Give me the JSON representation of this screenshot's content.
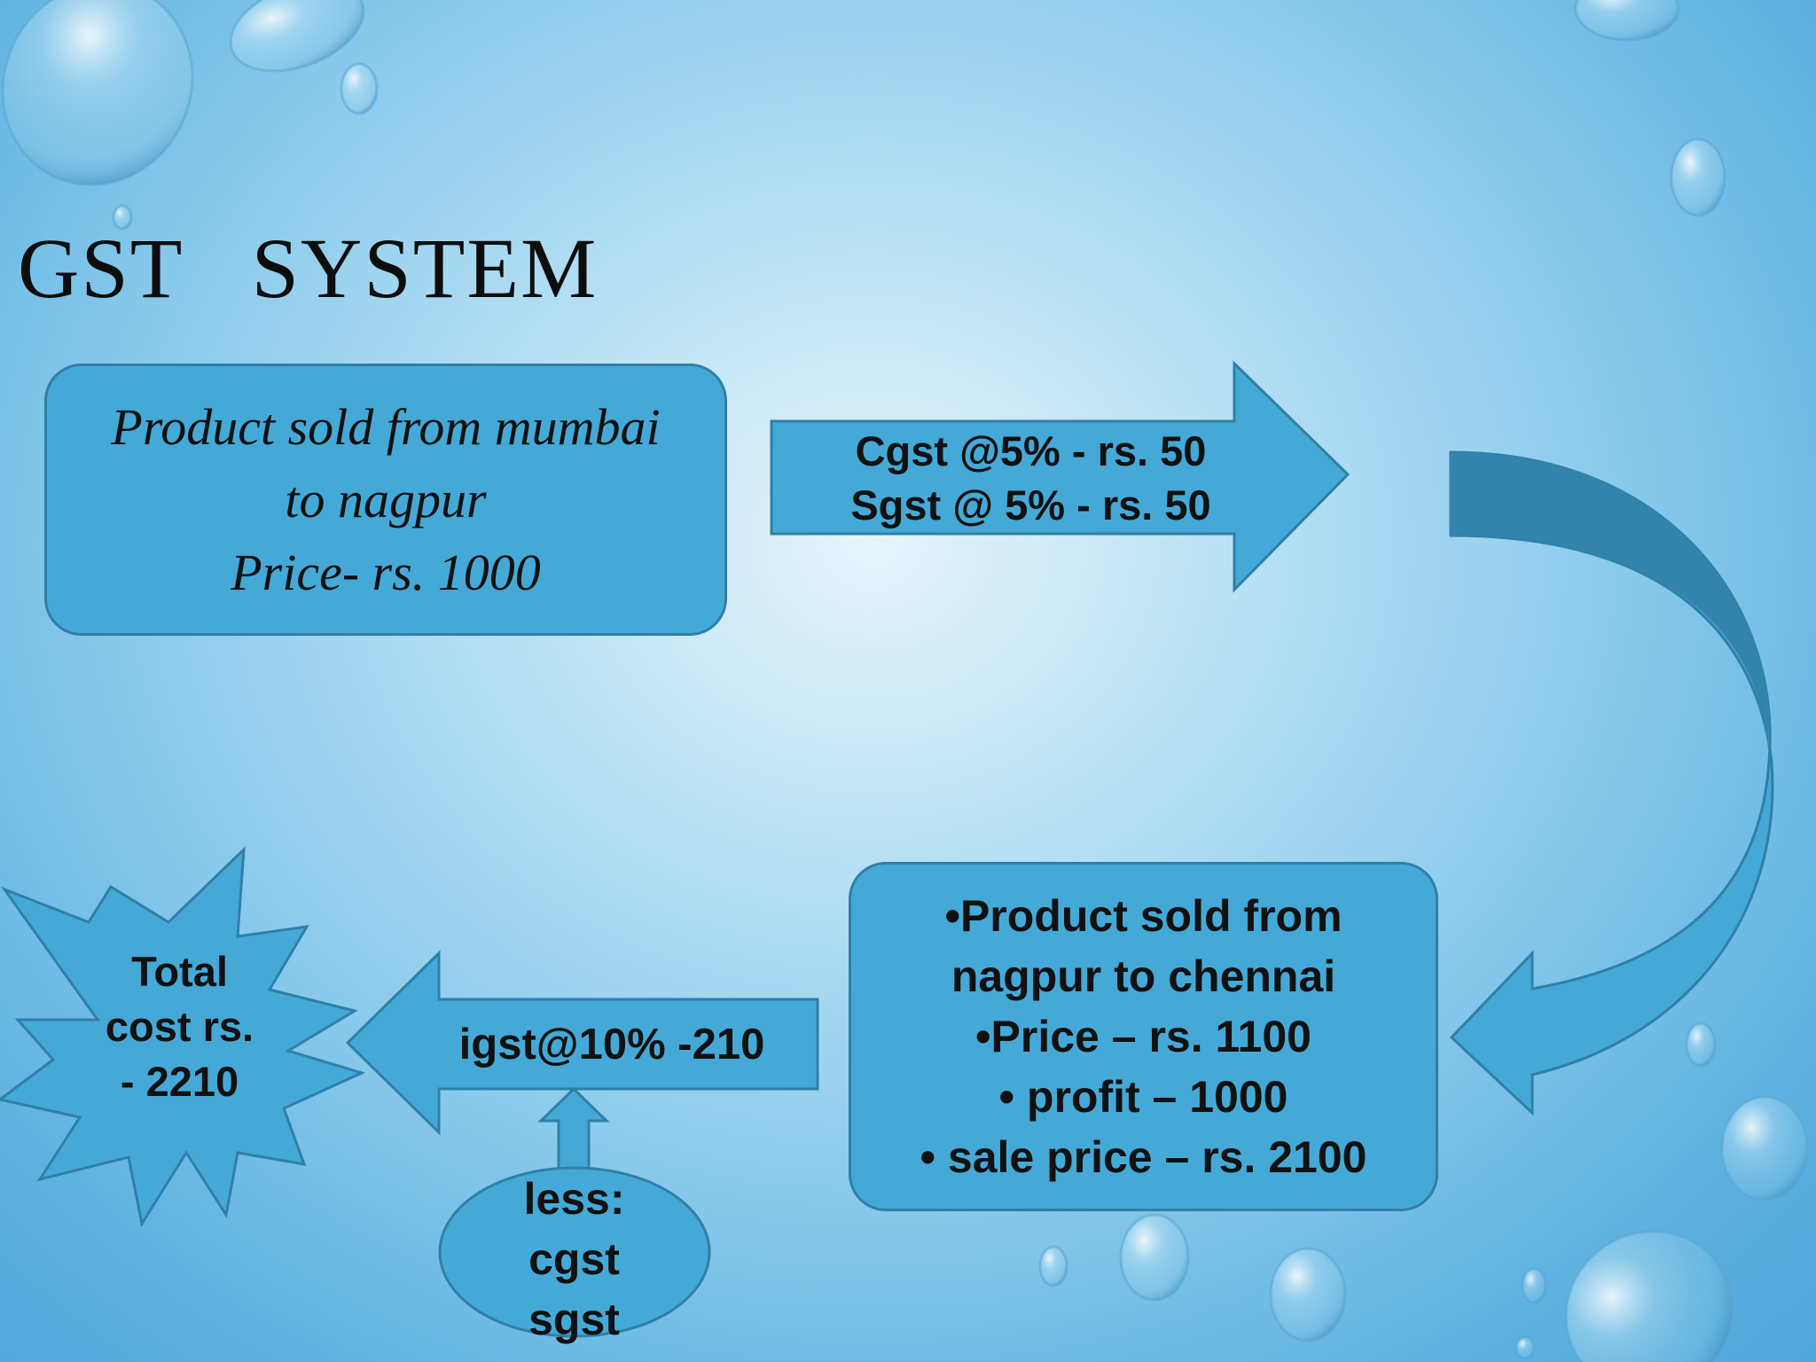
{
  "title": "GST   SYSTEM",
  "boxes": {
    "origin": {
      "lines": [
        "Product  sold  from mumbai",
        "to nagpur",
        "Price- rs. 1000"
      ]
    },
    "resale": {
      "lines": [
        "•Product sold from",
        "nagpur  to  chennai",
        "•Price – rs. 1100",
        "• profit – 1000",
        "• sale price – rs. 2100"
      ]
    }
  },
  "arrows": {
    "intrastate_tax": {
      "lines": [
        "Cgst @5% - rs. 50",
        "Sgst @ 5% - rs. 50"
      ]
    },
    "interstate_tax": {
      "label": "igst@10%  -210"
    }
  },
  "callouts": {
    "less": {
      "lines": [
        "less:",
        "cgst",
        "sgst"
      ]
    },
    "total": {
      "lines": [
        "Total",
        "cost rs.",
        "- 2210"
      ]
    }
  },
  "colors": {
    "shape_fill": "#45a9d7",
    "shape_border": "#2f7fa8",
    "curved_arrow_shade": "#3384ad",
    "title_text": "#0d0d0d",
    "body_text": "#111111"
  }
}
